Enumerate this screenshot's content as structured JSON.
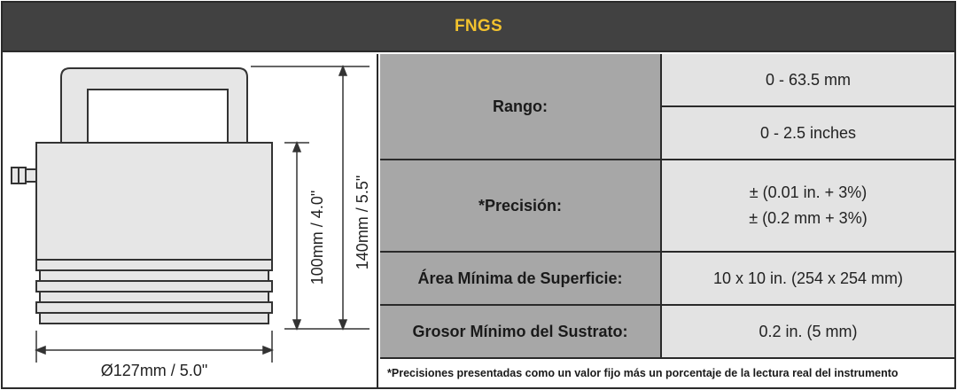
{
  "header": {
    "title": "FNGS"
  },
  "drawing": {
    "height_inner": "100mm / 4.0\"",
    "height_total": "140mm / 5.5\"",
    "diameter": "Ø127mm / 5.0\""
  },
  "specs": {
    "range_label": "Rango:",
    "range_mm": "0 - 63.5 mm",
    "range_in": "0 - 2.5 inches",
    "precision_label": "*Precisión:",
    "precision_in": "± (0.01 in. + 3%)",
    "precision_mm": "± (0.2 mm + 3%)",
    "min_area_label": "Área Mínima de Superficie:",
    "min_area_value": "10 x 10 in. (254 x 254 mm)",
    "min_thickness_label": "Grosor Mínimo del Sustrato:",
    "min_thickness_value": "0.2 in. (5 mm)"
  },
  "footnote": "*Precisiones presentadas como un valor fijo más un porcentaje de la lectura real del instrumento",
  "colors": {
    "header_bg": "#414141",
    "header_text": "#f2c22e",
    "label_bg": "#a7a7a7",
    "value_bg": "#e3e3e3"
  }
}
